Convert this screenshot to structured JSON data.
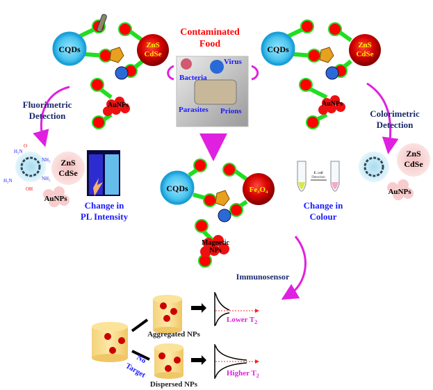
{
  "center": {
    "title_line1": "Contaminated",
    "title_line2": "Food",
    "pathogens": [
      "Virus",
      "Bacteria",
      "Parasites",
      "Prions"
    ]
  },
  "fluorimetric": {
    "title_line1": "Fluorimetric",
    "title_line2": "Detection",
    "result_line1": "Change in",
    "result_line2": "PL Intensity"
  },
  "colorimetric": {
    "title_line1": "Colorimetric",
    "title_line2": "Detection",
    "result_line1": "Change in",
    "result_line2": "Colour",
    "tube_arrow_line1": "E. coli",
    "tube_arrow_line2": "Detection"
  },
  "immunosensor": {
    "title": "Immunosensor",
    "aggregated": "Aggregated NPs",
    "dispersed": "Dispersed NPs",
    "no_target_line1": "No",
    "no_target_line2": "Target",
    "lower_t2": "Lower T",
    "higher_t2": "Higher T",
    "subscript": "2"
  },
  "particles": {
    "cqds": "CQDs",
    "zns": "ZnS",
    "cdse": "CdSe",
    "aunps": "AuNPs",
    "fe3o4": "Fe₃O₄",
    "magnetic_line1": "Magnetic",
    "magnetic_line2": "NPs",
    "nh2": "NH₂",
    "h2n": "H₂N",
    "oh": "OH",
    "o": "O"
  },
  "colors": {
    "title_red": "#ff0000",
    "navy": "#1a2a6c",
    "blue_text": "#1a1aff",
    "magenta": "#e020e0",
    "cqd_blue": "#2fb8ea",
    "np_red": "#c00000",
    "linker_green": "#22dd22",
    "yellow_text": "#ffee00"
  }
}
